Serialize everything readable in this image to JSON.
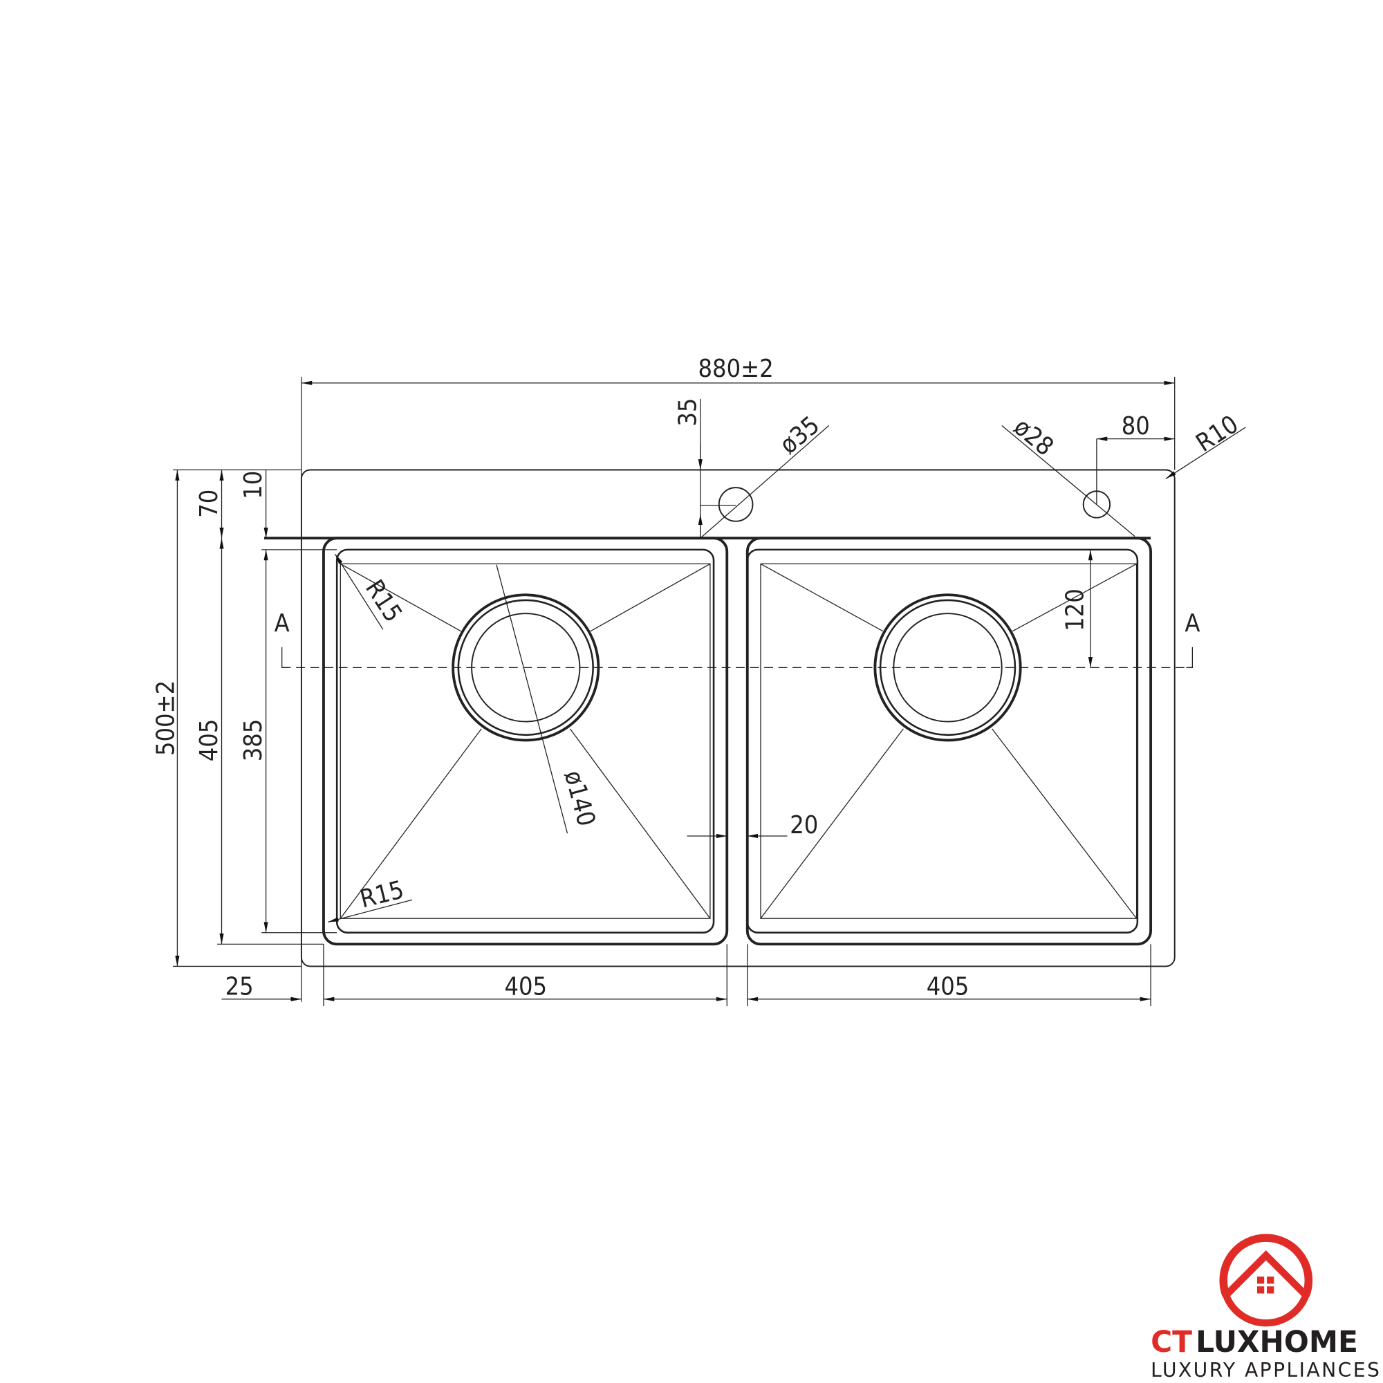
{
  "drawing": {
    "dimensions": {
      "overall_width": "880±2",
      "overall_depth": "500±2",
      "bowl_outer_depth": "405",
      "bowl_inner_depth": "385",
      "front_to_bowl": "70",
      "rim_offset": "10",
      "tap_hole_offset": "35",
      "tap_hole_diameter": "ø35",
      "soap_hole_diameter": "ø28",
      "soap_hole_offset": "80",
      "corner_radius": "R10",
      "bowl_corner_radius_top": "R15",
      "bowl_corner_radius_bottom": "R15",
      "drain_diameter": "ø140",
      "drain_offset": "120",
      "divider_width": "20",
      "side_margin": "25",
      "left_bowl_width": "405",
      "right_bowl_width": "405"
    },
    "section_marker_left": "A",
    "section_marker_right": "A"
  },
  "logo": {
    "brand_ct": "CT",
    "brand_name": "LUXHOME",
    "tagline": "LUXURY APPLIANCES",
    "accent_color": "#e02b27",
    "text_color": "#231f20"
  }
}
